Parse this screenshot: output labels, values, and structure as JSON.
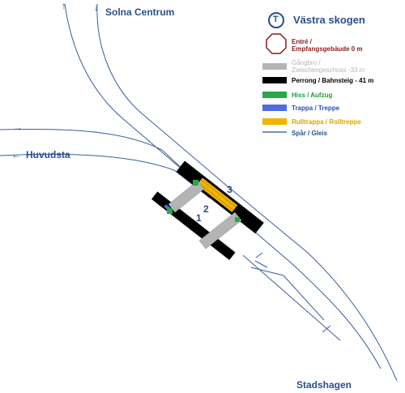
{
  "station": {
    "symbol": "T",
    "name": "Västra skogen"
  },
  "directions": {
    "north": "Solna Centrum",
    "west": "Huvudsta",
    "south": "Stadshagen"
  },
  "legend": [
    {
      "key": "entre",
      "line1": "Entré /",
      "line2": "Empfangsgebäude  0 m",
      "text_color": "#8b1a1a",
      "swatch": "octagon",
      "color": "#ffffff"
    },
    {
      "key": "gangbro",
      "line1": "Gångbro /",
      "line2": "Zwischengeschoss -33 m",
      "text_color": "#b5b5b5",
      "swatch": "bar",
      "color": "#b4b4b4"
    },
    {
      "key": "perrong",
      "line1": "Perrong / Bahnsteig - 41 m",
      "line2": "",
      "text_color": "#000000",
      "swatch": "bar",
      "color": "#000000"
    },
    {
      "key": "hiss",
      "line1": "Hiss / Aufzug",
      "line2": "",
      "text_color": "#1f9a3a",
      "swatch": "bar",
      "color": "#27a84a"
    },
    {
      "key": "trappa",
      "line1": "Trappa / Treppe",
      "line2": "",
      "text_color": "#2a4fb0",
      "swatch": "bar",
      "color": "#4a6ee0"
    },
    {
      "key": "rulltrappa",
      "line1": "Rulltrappa / Rolltreppe",
      "line2": "",
      "text_color": "#d9a400",
      "swatch": "bar",
      "color": "#f2b400"
    },
    {
      "key": "spar",
      "line1": "Spår / Gleis",
      "line2": "",
      "text_color": "#2a4f8f",
      "swatch": "line",
      "color": "#2a4f8f"
    }
  ],
  "track_numbers": [
    "1",
    "2",
    "3"
  ],
  "arrows": {
    "up": "↑",
    "down": "↓",
    "right": "→",
    "left": "←"
  },
  "colors": {
    "track": "#3a5f96",
    "platform": "#000000",
    "walkway": "#b4b4b4",
    "escalator": "#f2b400",
    "stairs": "#4a6ee0",
    "elevator": "#27a84a"
  }
}
